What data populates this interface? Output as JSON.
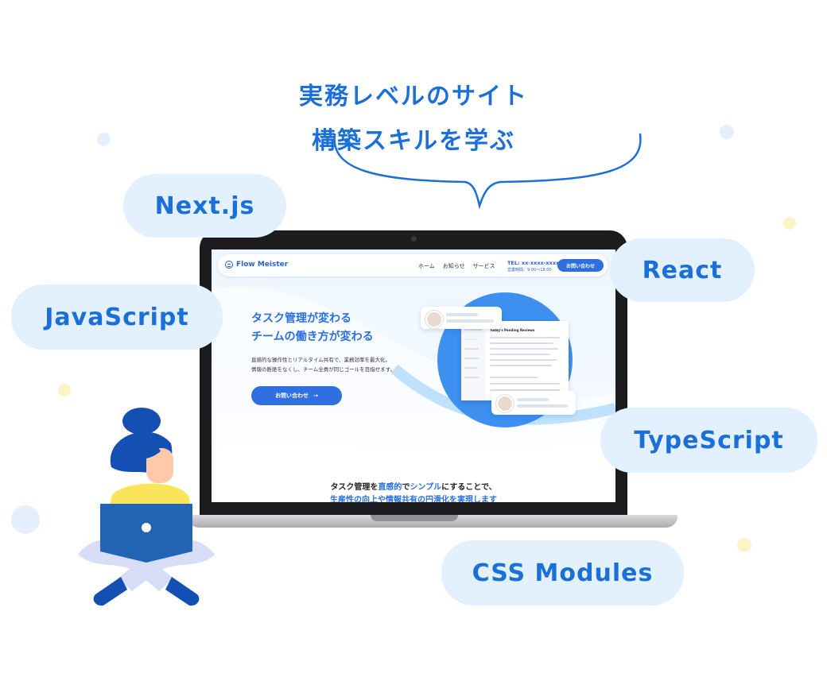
{
  "headline": {
    "line1": "実務レベルのサイト",
    "line2": "構築スキルを学ぶ"
  },
  "tech_tags": [
    "Next.js",
    "React",
    "JavaScript",
    "TypeScript",
    "CSS Modules"
  ],
  "colors": {
    "accent": "#1c6fd8",
    "bubble_bg": "#e3f0fd",
    "button": "#2f6fe0"
  },
  "site": {
    "logo": "Flow Meister",
    "nav": [
      "ホーム",
      "お知らせ",
      "サービス"
    ],
    "tel": "TEL: xx-xxxx-xxxx",
    "hours": "営業時間：9:00〜18:00",
    "nav_cta": "お問い合わせ",
    "hero_title_1": "タスク管理が変わる",
    "hero_title_2": "チームの働き方が変わる",
    "hero_body_1": "直感的な操作性とリアルタイム共有で、業務効率を最大化。",
    "hero_body_2": "情報の断絶をなくし、チーム全員が同じゴールを目指せます。",
    "hero_cta": "お問い合わせ",
    "hero_cta_arrow": "→",
    "dashboard_title": "Today's Pending Reviews",
    "lower_line1_a": "タスク管理を",
    "lower_line1_b": "直感的",
    "lower_line1_c": "で",
    "lower_line1_d": "シンプル",
    "lower_line1_e": "にすることで、",
    "lower_line2": "生産性の向上や情報共有の円滑化を実現します"
  }
}
